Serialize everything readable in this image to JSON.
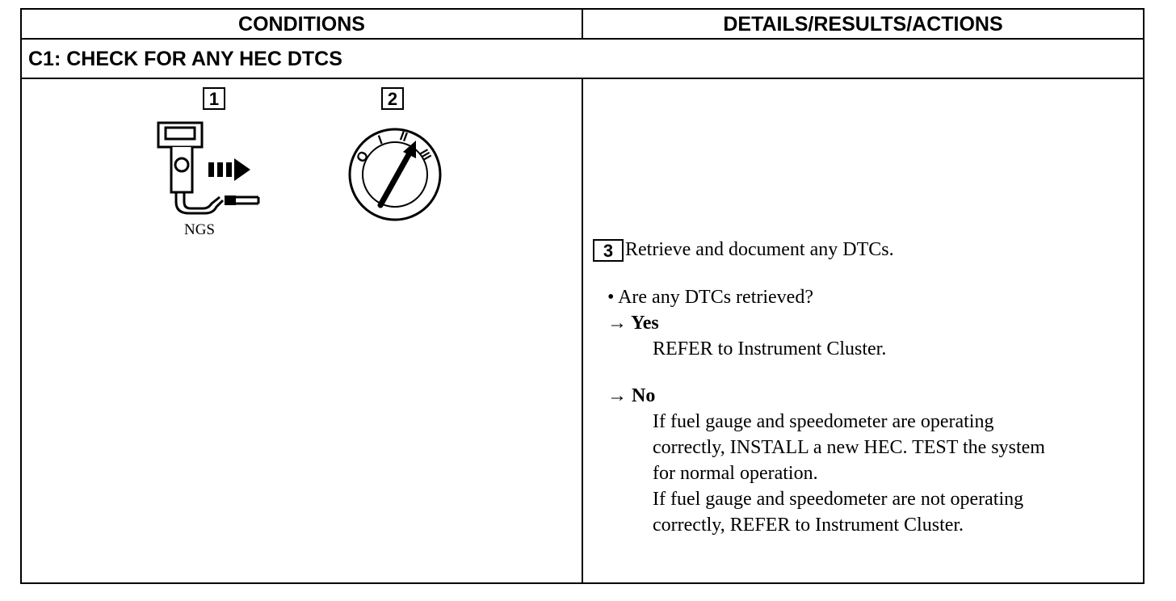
{
  "header": {
    "conditions": "CONDITIONS",
    "details": "DETAILS/RESULTS/ACTIONS"
  },
  "section": {
    "title": "C1: CHECK FOR ANY HEC DTCS"
  },
  "conditions": {
    "step1_num": "1",
    "step2_num": "2",
    "ngs_label": "NGS",
    "ignition_positions": [
      "O",
      "I",
      "II",
      "III"
    ]
  },
  "details": {
    "step3_num": "3",
    "step3_text": "Retrieve and document any DTCs.",
    "question": "• Are any DTCs retrieved?",
    "yes_arrow": "→ Yes",
    "yes_action": "REFER to Instrument Cluster.",
    "no_arrow": "→ No",
    "no_lines": [
      "If fuel gauge and speedometer are operating",
      "correctly, INSTALL a new HEC. TEST the system",
      "for normal operation.",
      "If fuel gauge and speedometer are not operating",
      "correctly, REFER to Instrument Cluster."
    ]
  }
}
